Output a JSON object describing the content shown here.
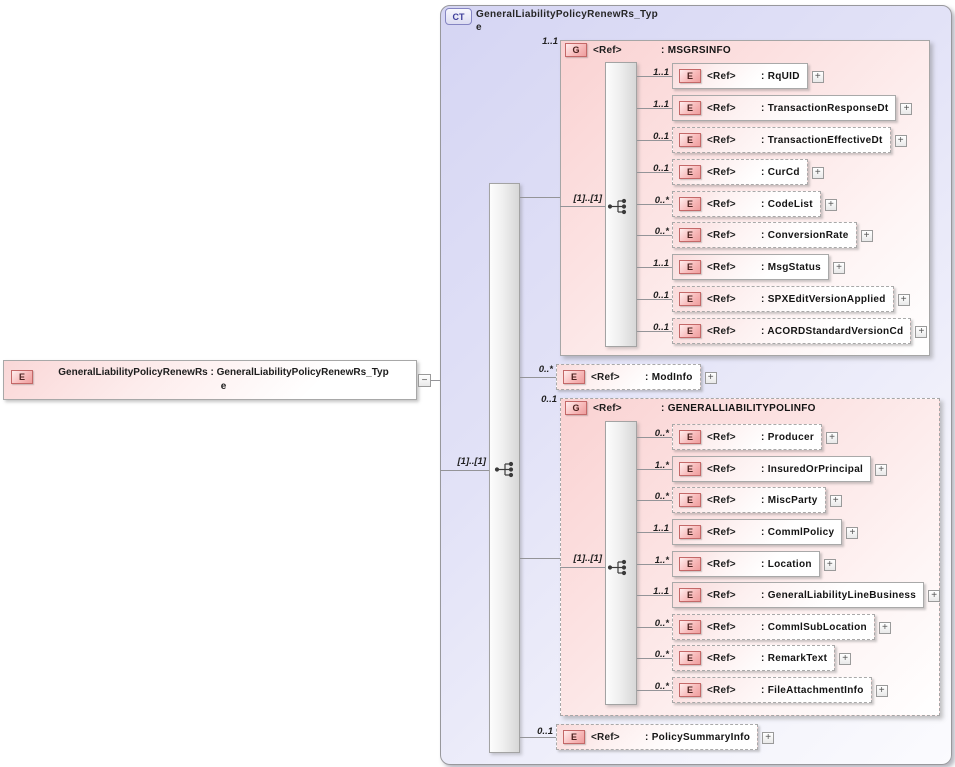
{
  "diagram_type": "xsd-schema-diagram",
  "root_element": {
    "kind_badge": "E",
    "label_line1": "GeneralLiabilityPolicyRenewRs : GeneralLiabilityPolicyRenewRs_Typ",
    "label_line2": "e",
    "collapse_glyph": "−"
  },
  "complex_type": {
    "kind_badge": "CT",
    "title_line1": "GeneralLiabilityPolicyRenewRs_Typ",
    "title_line2": "e",
    "occurrence": "[1]..[1]"
  },
  "msgrsinfo": {
    "kind_badge": "G",
    "ref": "<Ref>",
    "name": ": MSGRSINFO",
    "cardinality": "1..1",
    "occurrence": "[1]..[1]",
    "rows": [
      {
        "kind_badge": "E",
        "cardinality": "1..1",
        "ref": "<Ref>",
        "name": ": RqUID",
        "required": true,
        "expand_glyph": "+"
      },
      {
        "kind_badge": "E",
        "cardinality": "1..1",
        "ref": "<Ref>",
        "name": ": TransactionResponseDt",
        "required": true,
        "expand_glyph": "+"
      },
      {
        "kind_badge": "E",
        "cardinality": "0..1",
        "ref": "<Ref>",
        "name": ": TransactionEffectiveDt",
        "required": false,
        "expand_glyph": "+"
      },
      {
        "kind_badge": "E",
        "cardinality": "0..1",
        "ref": "<Ref>",
        "name": ": CurCd",
        "required": false,
        "expand_glyph": "+"
      },
      {
        "kind_badge": "E",
        "cardinality": "0..*",
        "ref": "<Ref>",
        "name": ": CodeList",
        "required": false,
        "expand_glyph": "+"
      },
      {
        "kind_badge": "E",
        "cardinality": "0..*",
        "ref": "<Ref>",
        "name": ": ConversionRate",
        "required": false,
        "expand_glyph": "+"
      },
      {
        "kind_badge": "E",
        "cardinality": "1..1",
        "ref": "<Ref>",
        "name": ": MsgStatus",
        "required": true,
        "expand_glyph": "+"
      },
      {
        "kind_badge": "E",
        "cardinality": "0..1",
        "ref": "<Ref>",
        "name": ": SPXEditVersionApplied",
        "required": false,
        "expand_glyph": "+"
      },
      {
        "kind_badge": "E",
        "cardinality": "0..1",
        "ref": "<Ref>",
        "name": ": ACORDStandardVersionCd",
        "required": false,
        "expand_glyph": "+"
      }
    ]
  },
  "modinfo": {
    "kind_badge": "E",
    "cardinality": "0..*",
    "ref": "<Ref>",
    "name": ": ModInfo",
    "required": false,
    "expand_glyph": "+"
  },
  "generalliabilitypolinfo": {
    "kind_badge": "G",
    "ref": "<Ref>",
    "name": ": GENERALLIABILITYPOLINFO",
    "cardinality": "0..1",
    "occurrence": "[1]..[1]",
    "rows": [
      {
        "kind_badge": "E",
        "cardinality": "0..*",
        "ref": "<Ref>",
        "name": ": Producer",
        "required": false,
        "expand_glyph": "+"
      },
      {
        "kind_badge": "E",
        "cardinality": "1..*",
        "ref": "<Ref>",
        "name": ": InsuredOrPrincipal",
        "required": true,
        "expand_glyph": "+"
      },
      {
        "kind_badge": "E",
        "cardinality": "0..*",
        "ref": "<Ref>",
        "name": ": MiscParty",
        "required": false,
        "expand_glyph": "+"
      },
      {
        "kind_badge": "E",
        "cardinality": "1..1",
        "ref": "<Ref>",
        "name": ": CommlPolicy",
        "required": true,
        "expand_glyph": "+"
      },
      {
        "kind_badge": "E",
        "cardinality": "1..*",
        "ref": "<Ref>",
        "name": ": Location",
        "required": true,
        "expand_glyph": "+"
      },
      {
        "kind_badge": "E",
        "cardinality": "1..1",
        "ref": "<Ref>",
        "name": ": GeneralLiabilityLineBusiness",
        "required": true,
        "expand_glyph": "+"
      },
      {
        "kind_badge": "E",
        "cardinality": "0..*",
        "ref": "<Ref>",
        "name": ": CommlSubLocation",
        "required": false,
        "expand_glyph": "+"
      },
      {
        "kind_badge": "E",
        "cardinality": "0..*",
        "ref": "<Ref>",
        "name": ": RemarkText",
        "required": false,
        "expand_glyph": "+"
      },
      {
        "kind_badge": "E",
        "cardinality": "0..*",
        "ref": "<Ref>",
        "name": ": FileAttachmentInfo",
        "required": false,
        "expand_glyph": "+"
      }
    ]
  },
  "policysummaryinfo": {
    "kind_badge": "E",
    "cardinality": "0..1",
    "ref": "<Ref>",
    "name": ": PolicySummaryInfo",
    "required": false,
    "expand_glyph": "+"
  },
  "colors": {
    "container_fill": "#d5d5f3",
    "group_fill": "#fad2d2",
    "element_badge_border": "#c46868",
    "ct_badge_border": "#8585c2",
    "ct_badge_text": "#3d3d99",
    "connector": "#949498"
  }
}
